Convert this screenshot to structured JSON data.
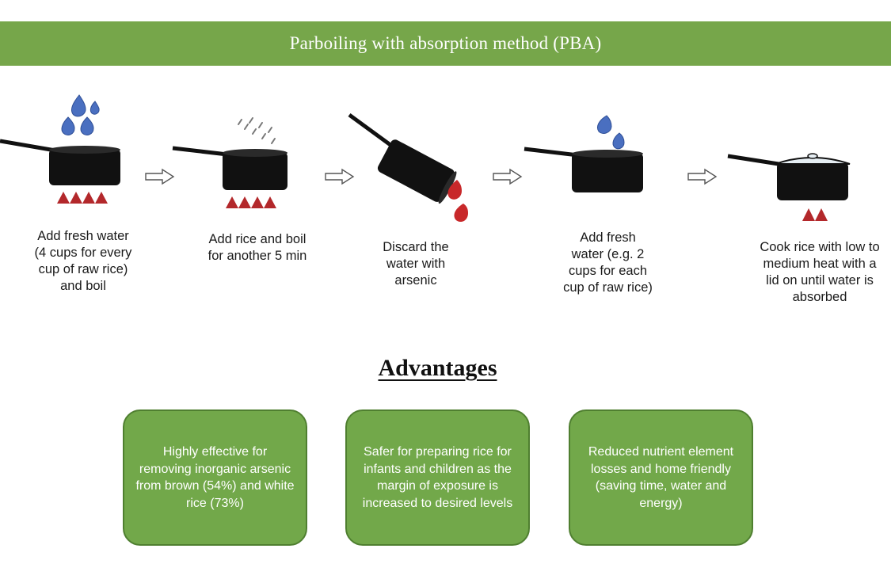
{
  "banner": {
    "title": "Parboiling with absorption method (PBA)"
  },
  "steps": [
    {
      "text": "Add fresh water (4 cups for every cup of raw rice) and boil"
    },
    {
      "text": "Add rice and boil for another 5 min"
    },
    {
      "text": "Discard the water with arsenic"
    },
    {
      "text": "Add fresh water (e.g. 2 cups for each cup of raw rice)"
    },
    {
      "text": "Cook rice with low to medium heat with a lid on until water is absorbed"
    }
  ],
  "advantages": {
    "title": "Advantages",
    "items": [
      {
        "text": "Highly effective for removing inorganic arsenic from brown (54%) and white rice (73%)"
      },
      {
        "text": "Safer for preparing rice for infants and children as the margin of exposure is increased to desired levels"
      },
      {
        "text": "Reduced nutrient element losses and home friendly (saving time, water and energy)"
      }
    ]
  },
  "colors": {
    "banner_green": "#76a64a",
    "box_green": "#72a84a",
    "pot": "#111111",
    "water_drop": "#4a6fc0",
    "flame": "#b3282b",
    "arsenic_drop": "#c8282a"
  },
  "icons": [
    "pot-icon",
    "water-drop-icon",
    "flame-icon",
    "steam-icon",
    "arsenic-drop-icon",
    "lid-icon",
    "right-arrow-icon"
  ]
}
